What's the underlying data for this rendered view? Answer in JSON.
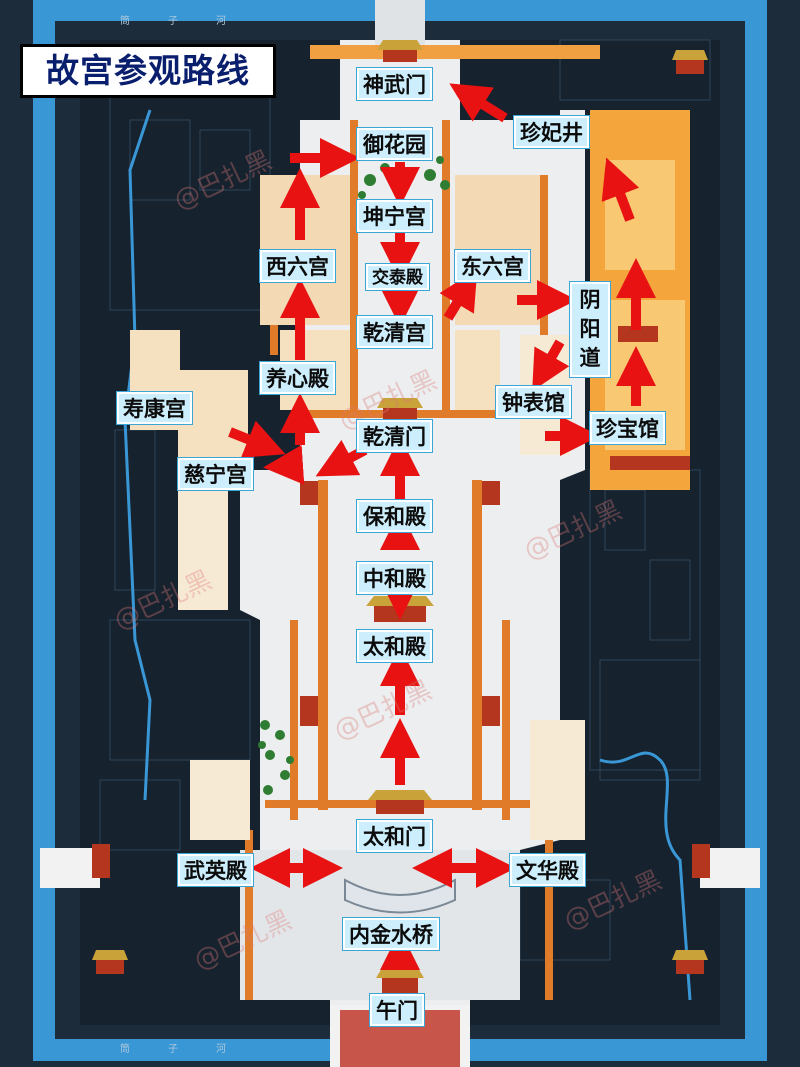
{
  "title": "故宫参观路线",
  "river_name": "筒子河",
  "watermark": "@巴扎黑",
  "labels": {
    "shenwumen": "神武门",
    "yuhuayuan": "御花园",
    "zhenfeijing": "珍妃井",
    "kunninggong": "坤宁宫",
    "jiaotaidian": "交泰殿",
    "xiliugong": "西六宫",
    "dongliugong": "东六宫",
    "yinyangdao": "阴阳道",
    "qianqinggong": "乾清宫",
    "yangxindian": "养心殿",
    "zhongbiaoguan": "钟表馆",
    "shoukanggong": "寿康宫",
    "qianqingmen": "乾清门",
    "zhenbaoguan": "珍宝馆",
    "cininggong": "慈宁宫",
    "baohedian": "保和殿",
    "zhonghedian": "中和殿",
    "taihedian": "太和殿",
    "taihemen": "太和门",
    "wuyingdian": "武英殿",
    "wenhuadian": "文华殿",
    "neijinshuiqiao": "内金水桥",
    "wumen": "午门"
  },
  "colors": {
    "background": "#1c2b3a",
    "moat": "#3c9ad8",
    "courtyard": "#eef0f2",
    "wall": "#e07b2a",
    "arrow": "#e81212",
    "label_bg": "#cdeefc",
    "museum": "#f2a23a"
  }
}
